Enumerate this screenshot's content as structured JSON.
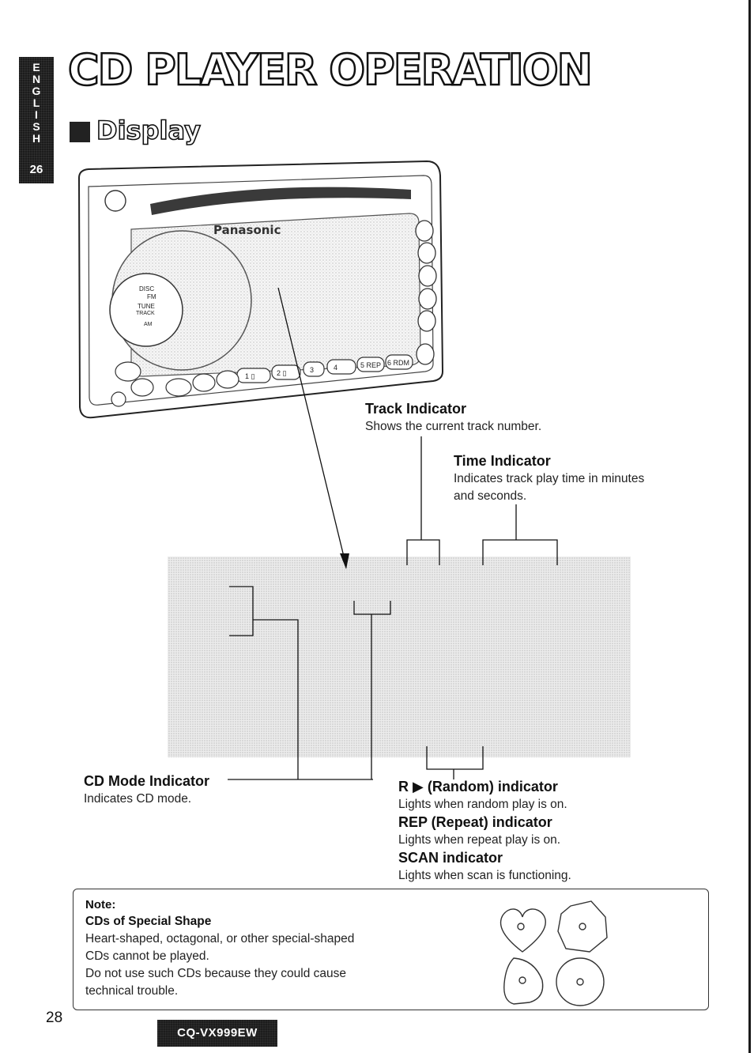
{
  "side_tab": {
    "language_letters": [
      "E",
      "N",
      "G",
      "L",
      "I",
      "S",
      "H"
    ],
    "page_number": "26"
  },
  "title": "CD PLAYER OPERATION",
  "section": {
    "title": "Display"
  },
  "figure": {
    "brand": "Panasonic",
    "button_labels": [
      "1 ▯",
      "2 ▯",
      "3",
      "4",
      "5 REP",
      "6 RDM"
    ],
    "disc_labels": [
      "DISC",
      "FM",
      "TUNE",
      "TRACK",
      "AM"
    ]
  },
  "indicators": {
    "track": {
      "title": "Track Indicator",
      "desc": "Shows the current track number."
    },
    "time": {
      "title": "Time Indicator",
      "desc_lines": [
        "Indicates track play time in minutes",
        "and seconds."
      ]
    },
    "cd_mode": {
      "title": "CD Mode Indicator",
      "desc": "Indicates CD mode."
    },
    "random": {
      "title": "R ▶ (Random) indicator",
      "desc": "Lights when random play is on."
    },
    "repeat": {
      "title": "REP (Repeat) indicator",
      "desc": "Lights when repeat play is on."
    },
    "scan": {
      "title": "SCAN indicator",
      "desc": "Lights when scan is functioning."
    }
  },
  "note": {
    "label": "Note:",
    "subtitle": "CDs of Special Shape",
    "lines": [
      "Heart-shaped, octagonal, or other special-shaped",
      "CDs cannot be played.",
      "Do not use such CDs because they could cause",
      "technical trouble."
    ]
  },
  "footer": {
    "page_number": "28",
    "model": "CQ-VX999EW"
  }
}
